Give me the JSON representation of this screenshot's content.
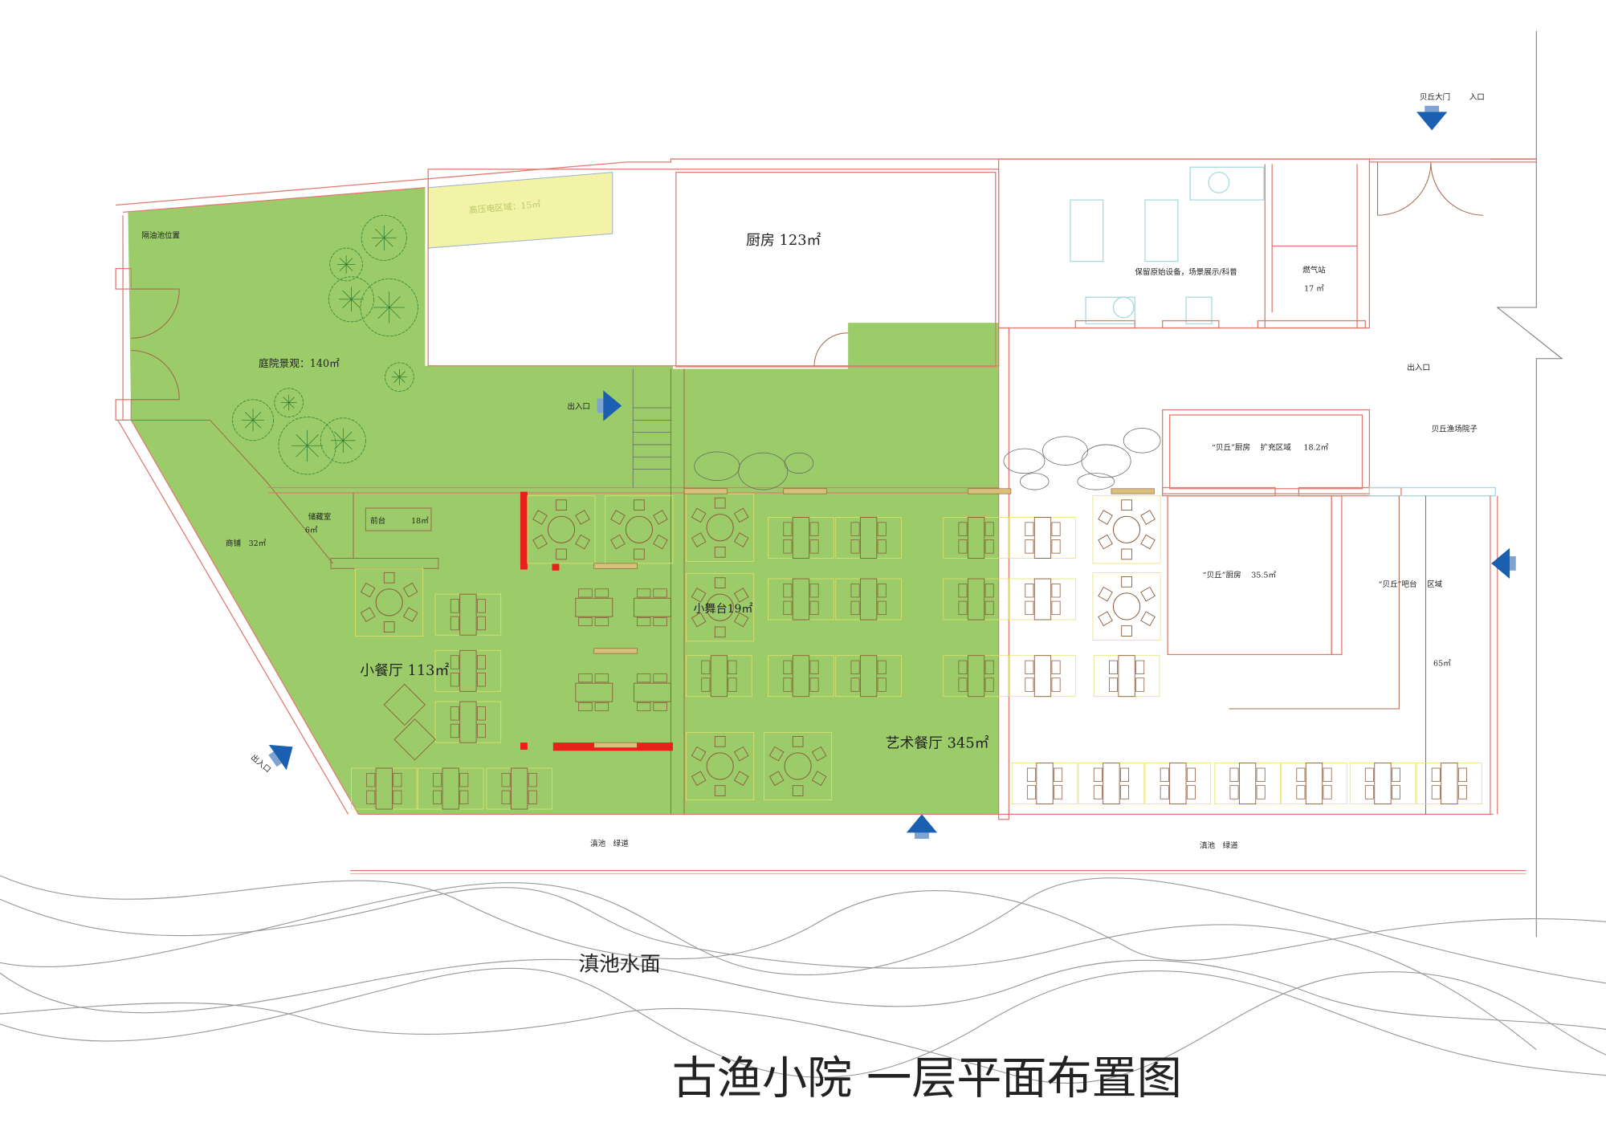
{
  "title": "古渔小院 一层平面布置图",
  "water_label": "滇池水面",
  "greenway_labels": [
    "滇池　绿道",
    "滇池　绿道"
  ],
  "rooms": {
    "grease_trap": "隔油池位置",
    "high_voltage": "高压电区域：15㎡",
    "kitchen": "厨房 123㎡",
    "courtyard": "庭院景观：140㎡",
    "storage": "储藏室",
    "storage_area": "6㎡",
    "reception": "前台",
    "reception_area": "18㎡",
    "shop": "商铺　32㎡",
    "small_dining": "小餐厅 113㎡",
    "small_stage": "小舞台19㎡",
    "art_dining": "艺术餐厅 345㎡",
    "equipment_display": "保留原始设备，场景展示/科普",
    "gas_station": "燃气站",
    "gas_station_area": "17 ㎡",
    "beiqiu_kitchen_ext": "“贝丘”厨房　 扩充区域 　 18.2㎡",
    "beiqiu_kitchen": "“贝丘”厨房　 35.5㎡",
    "beiqiu_bar": "“贝丘”吧台　 区域",
    "beiqiu_bar_area": "65㎡",
    "beiqiu_yard": "贝丘渔场院子"
  },
  "entrances": {
    "courtyard_entrance": "出入口",
    "sw_entrance": "出入口",
    "east_entrance": "出入口",
    "beiqiu_gate": "贝丘大门",
    "gate_entrance": "入口"
  },
  "colors": {
    "lawn": "#9ccc6a",
    "wall": "#e07a6e",
    "furniture": "#8b5a3c",
    "arrow": "#1a5fb0",
    "accent_wall": "#e8201c",
    "hv_zone": "#f3f3a8"
  }
}
